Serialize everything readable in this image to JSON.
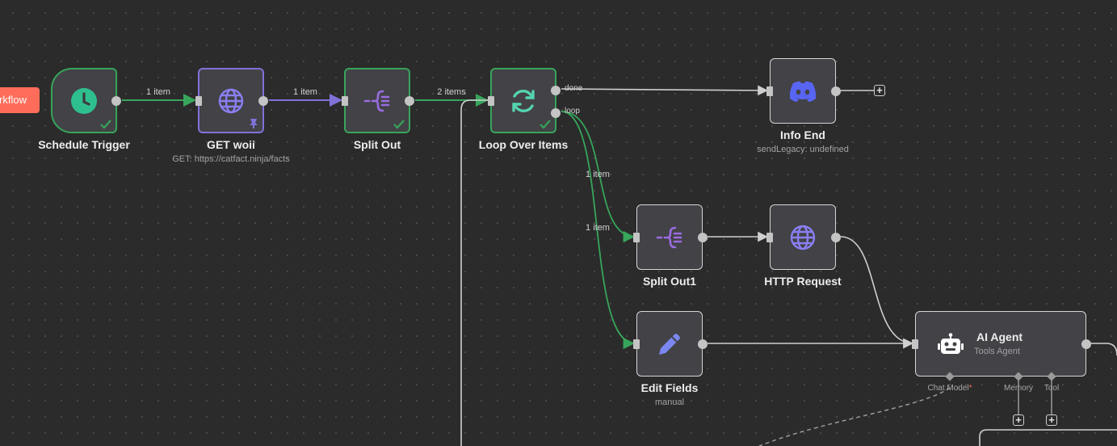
{
  "workflow_tag": "rkflow",
  "colors": {
    "success": "#37a55a",
    "pinned": "#7f73d8",
    "tag": "#ff6d5a"
  },
  "nodes": {
    "schedule_trigger": {
      "label": "Schedule Trigger",
      "icon": "clock-icon",
      "status": "success"
    },
    "get_woii": {
      "label": "GET woii",
      "subtitle": "GET: https://catfact.ninja/facts",
      "icon": "globe-icon",
      "status": "pinned"
    },
    "split_out": {
      "label": "Split Out",
      "icon": "split-out-icon",
      "status": "success"
    },
    "loop_over_items": {
      "label": "Loop Over Items",
      "icon": "loop-icon",
      "status": "success",
      "outputs": [
        "done",
        "loop"
      ]
    },
    "info_end": {
      "label": "Info End",
      "subtitle": "sendLegacy: undefined",
      "icon": "discord-icon"
    },
    "split_out1": {
      "label": "Split Out1",
      "icon": "split-out-icon"
    },
    "http_request": {
      "label": "HTTP Request",
      "icon": "globe-icon"
    },
    "edit_fields": {
      "label": "Edit Fields",
      "subtitle": "manual",
      "icon": "pencil-icon"
    },
    "ai_agent": {
      "label": "AI Agent",
      "subtitle": "Tools Agent",
      "icon": "robot-icon",
      "ports": {
        "chat_model": "Chat Model",
        "required_mark": "*",
        "memory": "Memory",
        "tool": "Tool"
      }
    }
  },
  "edges": {
    "trigger_to_get": "1 item",
    "get_to_split": "1 item",
    "split_to_loop": "2 items",
    "loop_to_split1": "1 item",
    "loop_to_edit": "1 item"
  }
}
